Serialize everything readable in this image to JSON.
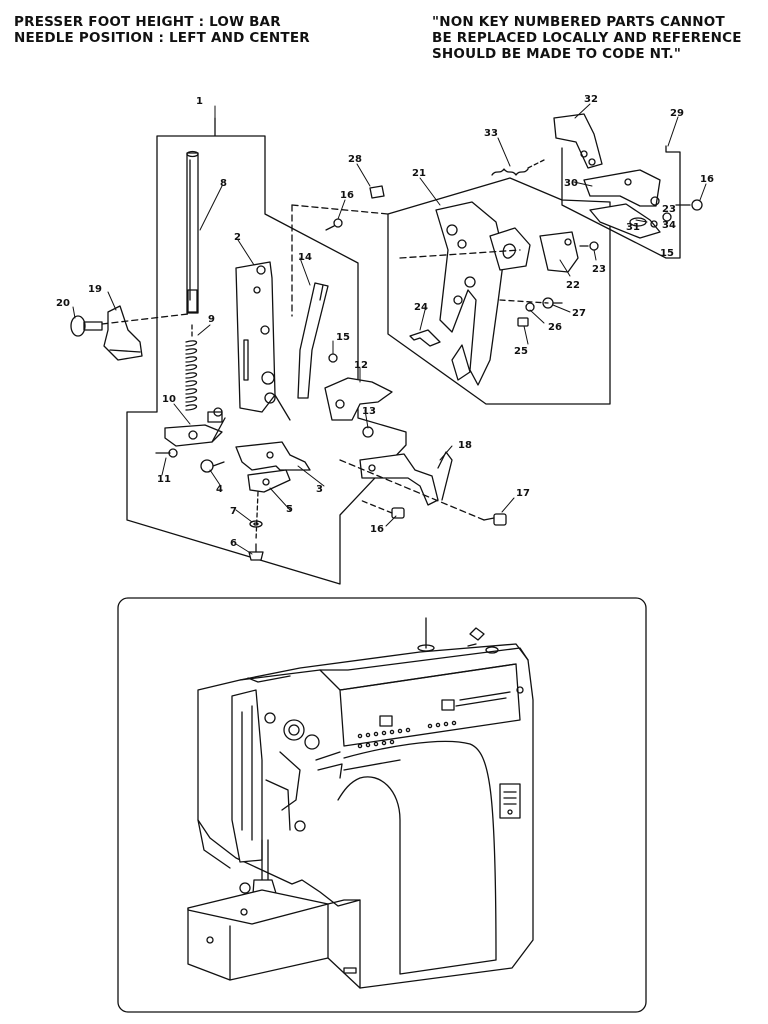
{
  "header": {
    "left_lines": [
      "PRESSER FOOT HEIGHT : LOW BAR",
      "NEEDLE POSITION : LEFT AND CENTER"
    ],
    "right_lines": [
      "\"NON KEY NUMBERED PARTS CANNOT",
      "BE REPLACED LOCALLY AND REFERENCE",
      "SHOULD BE MADE TO CODE NT.\""
    ]
  },
  "callouts": {
    "c1": "1",
    "c2": "2",
    "c3": "3",
    "c4": "4",
    "c5": "5",
    "c6": "6",
    "c7": "7",
    "c8": "8",
    "c9": "9",
    "c10": "10",
    "c11": "11",
    "c12": "12",
    "c13": "13",
    "c14": "14",
    "c15a": "15",
    "c15b": "15",
    "c16a": "16",
    "c16b": "16",
    "c16c": "16",
    "c17": "17",
    "c18": "18",
    "c19": "19",
    "c20": "20",
    "c21": "21",
    "c22": "22",
    "c23a": "23",
    "c23b": "23",
    "c24": "24",
    "c25": "25",
    "c26": "26",
    "c27": "27",
    "c28": "28",
    "c29": "29",
    "c30": "30",
    "c31": "31",
    "c32": "32",
    "c33": "33",
    "c34": "34"
  },
  "icons": {
    "exploded_view": "presser-foot-assembly-diagram",
    "machine": "sewing-machine-illustration"
  },
  "colors": {
    "ink": "#111111",
    "paper": "#ffffff"
  }
}
